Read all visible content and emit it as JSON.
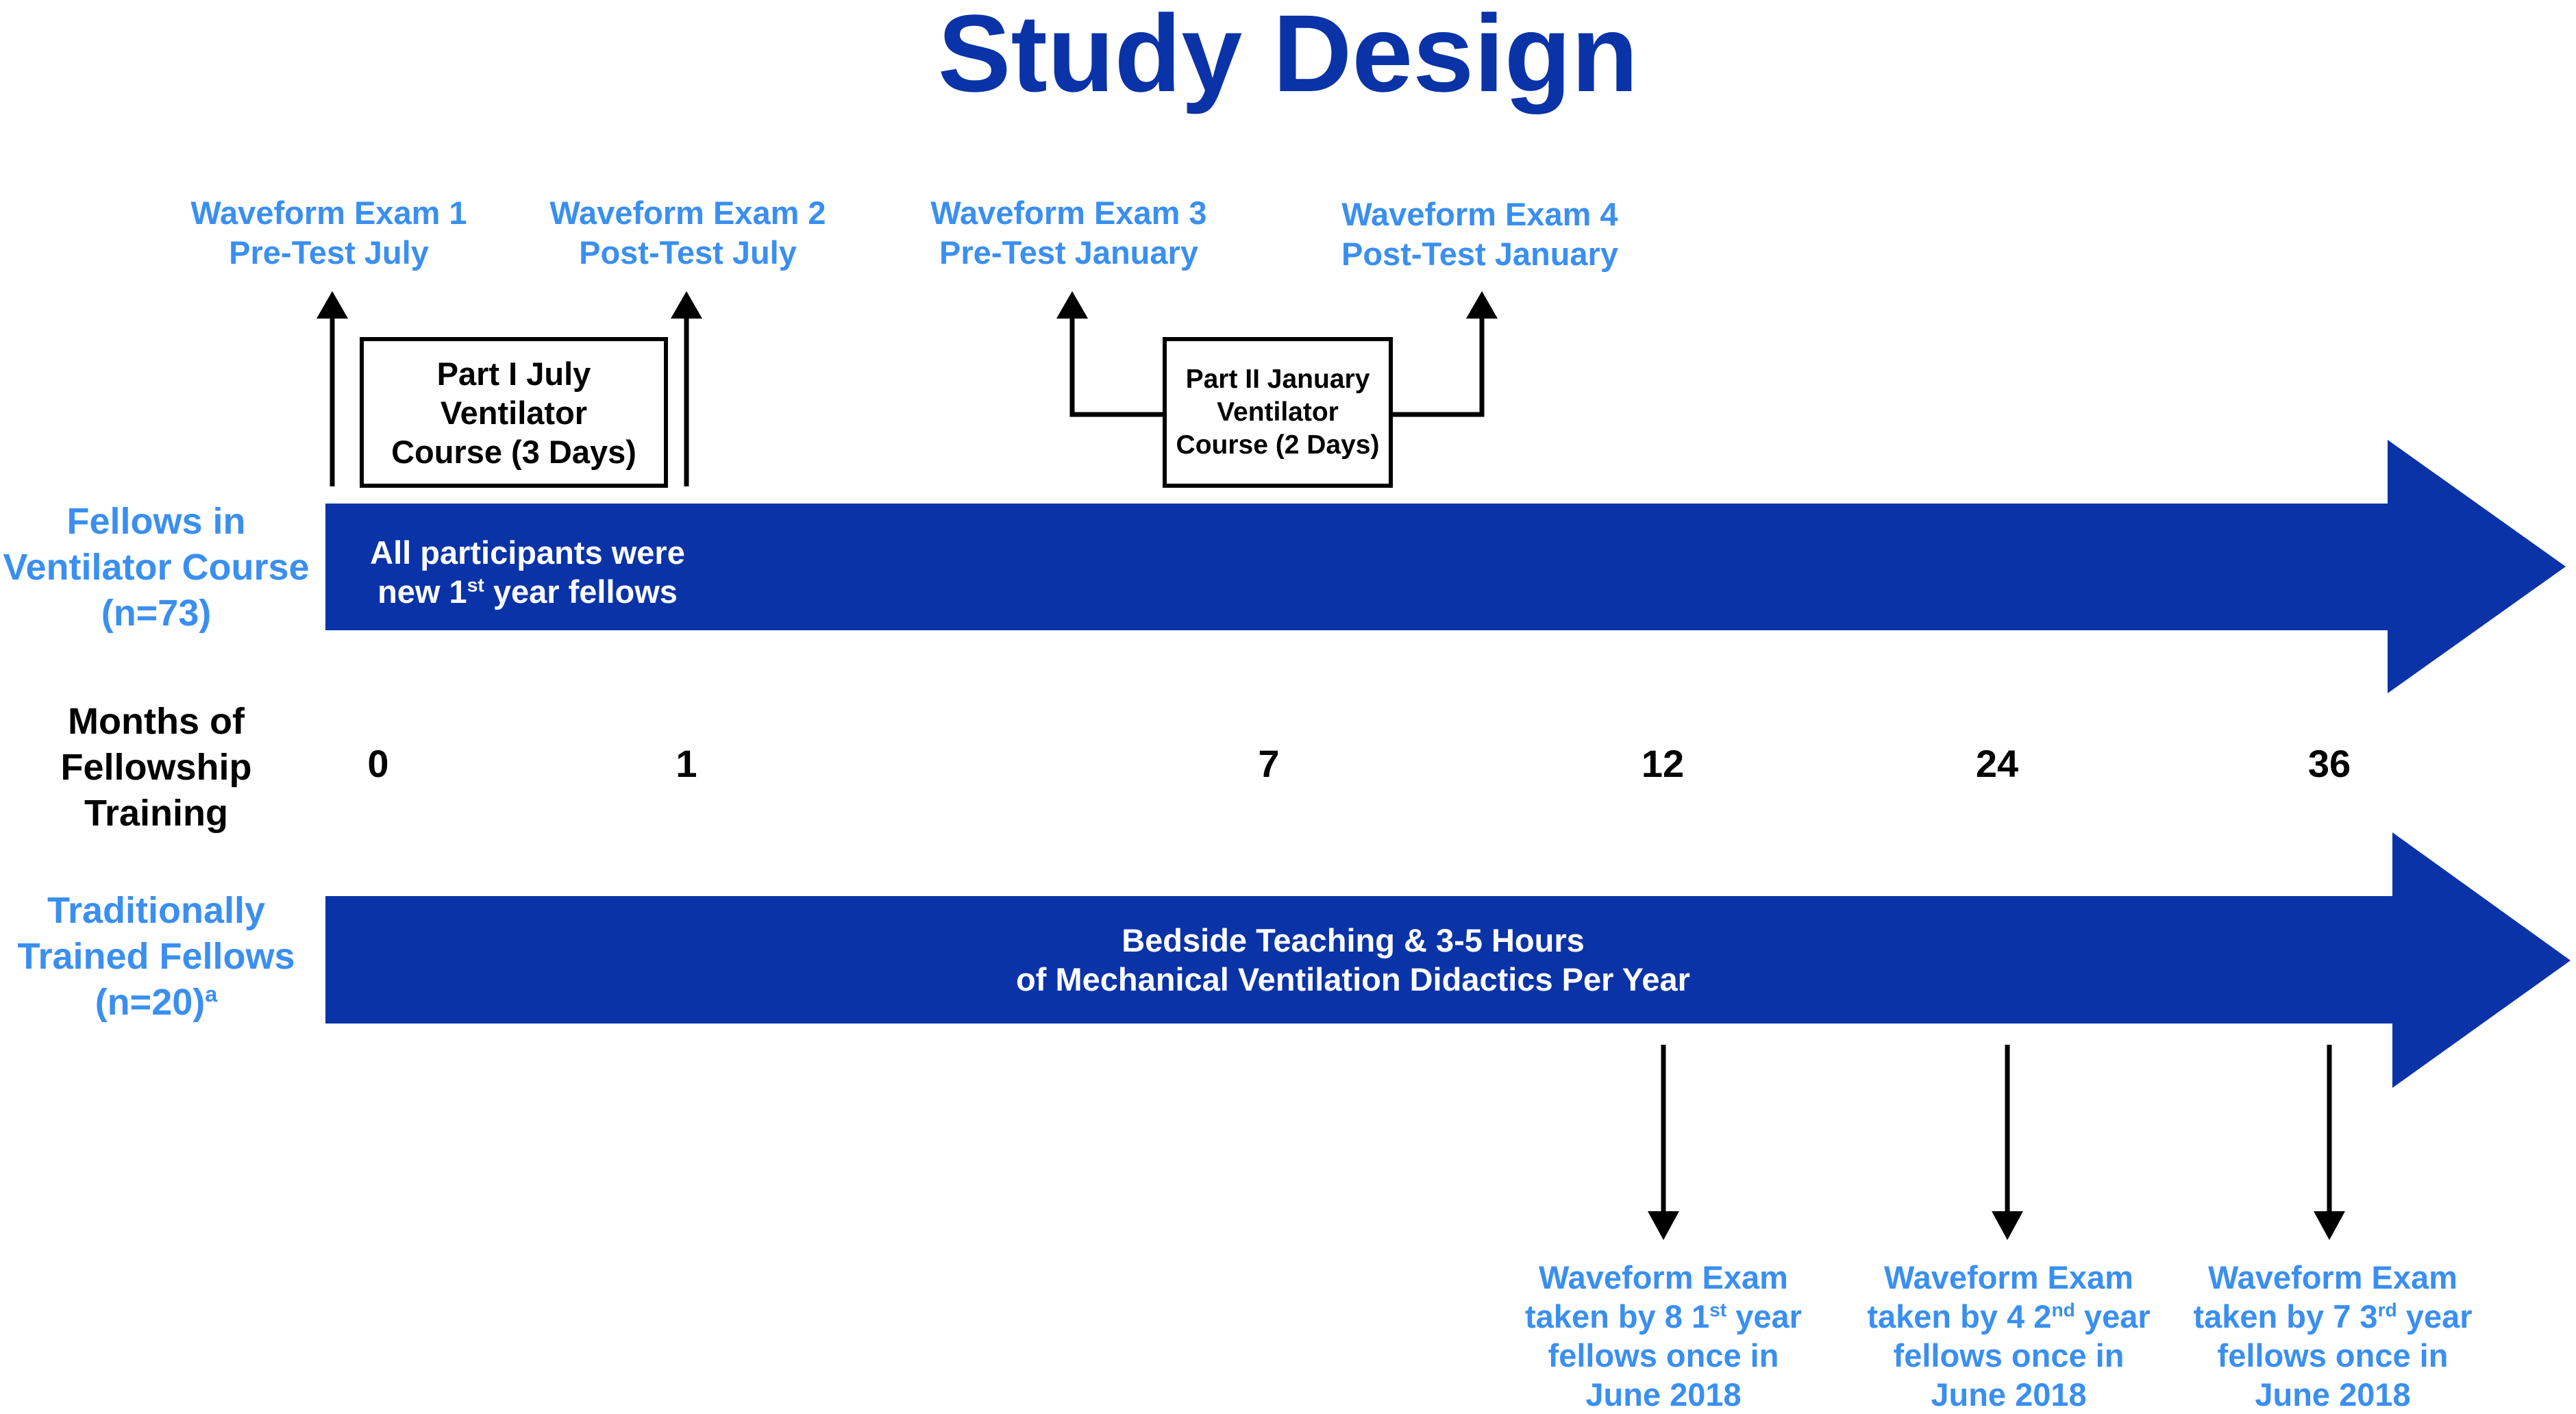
{
  "title": "Study Design",
  "top_exams": [
    {
      "line1": "Waveform Exam 1",
      "line2": "Pre-Test July"
    },
    {
      "line1": "Waveform Exam 2",
      "line2": "Post-Test July"
    },
    {
      "line1": "Waveform Exam 3",
      "line2": "Pre-Test January"
    },
    {
      "line1": "Waveform Exam 4",
      "line2": "Post-Test January"
    }
  ],
  "course_boxes": [
    {
      "line1": "Part I July",
      "line2": "Ventilator",
      "line3": "Course (3 Days)"
    },
    {
      "line1": "Part II January",
      "line2": "Ventilator",
      "line3": "Course (2 Days)"
    }
  ],
  "row_labels": {
    "course": {
      "line1": "Fellows in",
      "line2": "Ventilator Course",
      "line3": "(n=73)"
    },
    "months": {
      "line1": "Months of",
      "line2": "Fellowship",
      "line3": "Training"
    },
    "traditional": {
      "line1": "Traditionally",
      "line2": "Trained Fellows",
      "line3": "(n=20)",
      "footnote": "a"
    }
  },
  "course_bar": {
    "line1": "All participants were",
    "line2_pre": "new 1",
    "line2_sup": "st",
    "line2_post": " year fellows"
  },
  "traditional_bar": {
    "line1": "Bedside Teaching & 3-5 Hours",
    "line2": "of Mechanical Ventilation Didactics Per Year"
  },
  "months": [
    "0",
    "1",
    "7",
    "12",
    "24",
    "36"
  ],
  "bottom_exams": [
    {
      "line1": "Waveform Exam",
      "line2_pre": "taken by 8 1",
      "line2_sup": "st",
      "line2_post": " year",
      "line3": "fellows once in",
      "line4": "June 2018"
    },
    {
      "line1": "Waveform Exam",
      "line2_pre": "taken by 4 2",
      "line2_sup": "nd",
      "line2_post": " year",
      "line3": "fellows once in",
      "line4": "June 2018"
    },
    {
      "line1": "Waveform Exam",
      "line2_pre": "taken by 7 3",
      "line2_sup": "rd",
      "line2_post": " year",
      "line3": "fellows once in",
      "line4": "June 2018"
    }
  ],
  "colors": {
    "bar": "#0a33a8",
    "label_blue": "#3a8ff0",
    "title": "#0a33a8"
  }
}
